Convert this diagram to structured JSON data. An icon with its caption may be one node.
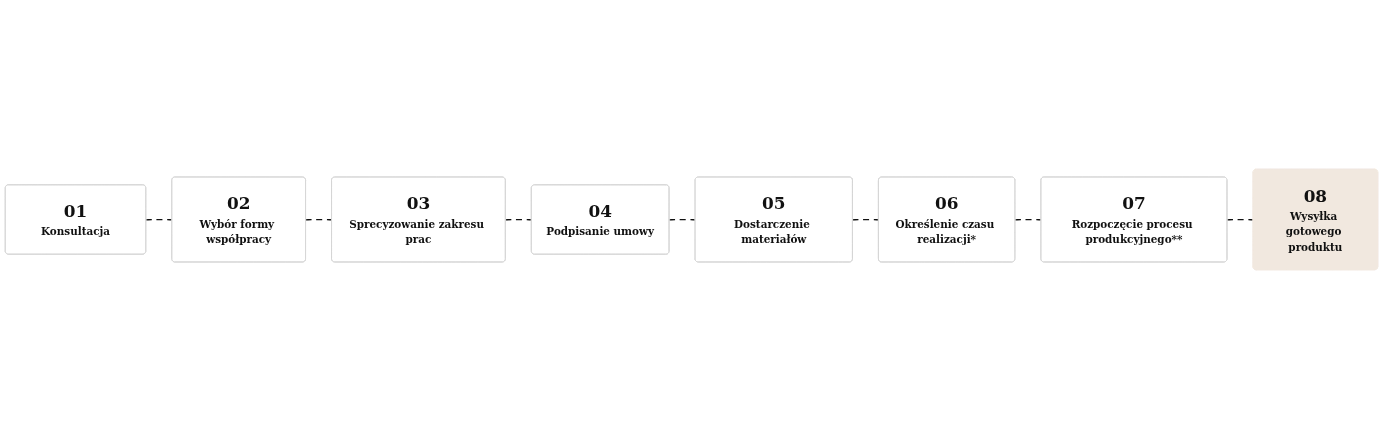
{
  "diagram": {
    "nodes": [
      {
        "text": [
          "01",
          "Konsultacja"
        ]
      },
      {
        "text": [
          "02",
          "Wybór formy współpracy"
        ]
      },
      {
        "text": [
          "03",
          "Sprecyzowanie zakresu prac"
        ]
      },
      {
        "text": [
          "04",
          "Podpisanie umowy"
        ]
      },
      {
        "text": [
          "05",
          "Dostarczenie materiałów"
        ]
      },
      {
        "text": [
          "06",
          "Określenie czasu realizacji*"
        ]
      },
      {
        "text": [
          "07",
          "Rozpoczęcie procesu produkcyjnego**"
        ]
      },
      {
        "text": [
          "08",
          "Wysyłka gotowego produktu"
        ]
      }
    ],
    "edges": [
      {
        "from": 0,
        "to": 1,
        "arrow": "none",
        "style": "dashed"
      },
      {
        "from": 1,
        "to": 2,
        "arrow": "none",
        "style": "dashed"
      },
      {
        "from": 2,
        "to": 3,
        "arrow": "none",
        "style": "dashed"
      },
      {
        "from": 3,
        "to": 4,
        "arrow": "none",
        "style": "dashed"
      },
      {
        "from": 4,
        "to": 5,
        "arrow": "none",
        "style": "dashed"
      },
      {
        "from": 5,
        "to": 6,
        "arrow": "none",
        "style": "dashed"
      },
      {
        "from": 6,
        "to": 7,
        "arrow": "none",
        "style": "dashed"
      }
    ]
  }
}
